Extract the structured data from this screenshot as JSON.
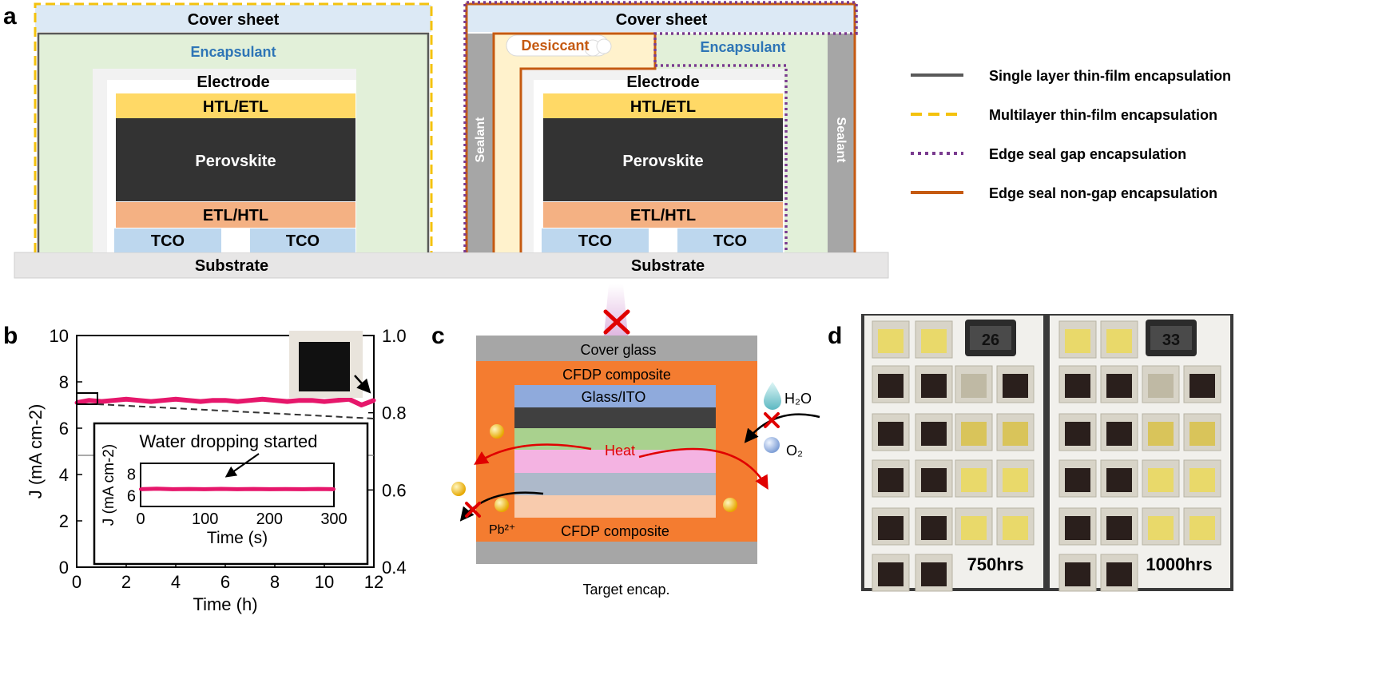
{
  "panel_labels": {
    "a": "a",
    "b": "b",
    "c": "c",
    "d": "d"
  },
  "panel_a": {
    "left": {
      "cover_sheet": "Cover sheet",
      "encapsulant": "Encapsulant",
      "electrode": "Electrode",
      "htl_etl": "HTL/ETL",
      "perovskite": "Perovskite",
      "etl_htl": "ETL/HTL",
      "tco_left": "TCO",
      "tco_right": "TCO",
      "substrate": "Substrate"
    },
    "right": {
      "cover_sheet": "Cover sheet",
      "desiccant": "Desiccant",
      "encapsulant": "Encapsulant",
      "sealant_left": "Sealant",
      "sealant_right": "Sealant",
      "electrode": "Electrode",
      "htl_etl": "HTL/ETL",
      "perovskite": "Perovskite",
      "etl_htl": "ETL/HTL",
      "tco_left": "TCO",
      "tco_right": "TCO",
      "substrate": "Substrate"
    },
    "legend": [
      {
        "label": "Single layer thin-film encapsulation",
        "color": "#595959",
        "style": "solid"
      },
      {
        "label": "Multilayer thin-film encapsulation",
        "color": "#f4c20d",
        "style": "dashed"
      },
      {
        "label": "Edge seal gap encapsulation",
        "color": "#7a3b8f",
        "style": "dotted"
      },
      {
        "label": "Edge seal non-gap encapsulation",
        "color": "#c55a11",
        "style": "solid"
      }
    ],
    "colors": {
      "cover": "#dce9f5",
      "encapsulant": "#e2f0d9",
      "electrode": "#f2f2f2",
      "htl": "#ffd966",
      "perovskite": "#333333",
      "etl": "#f4b183",
      "tco": "#bdd7ee",
      "substrate": "#e7e6e6",
      "sealant": "#a6a6a6",
      "desiccant": "#fff2cc",
      "desiccant_text": "#c55a11",
      "encapsulant_text": "#2e75b6"
    }
  },
  "panel_b": {
    "chart_data": {
      "type": "line",
      "xlabel": "Time (h)",
      "ylabel": "J (mA cm-2)",
      "xlim": [
        0,
        12
      ],
      "ylim": [
        0,
        10
      ],
      "xticks": [
        0,
        2,
        4,
        6,
        8,
        10,
        12
      ],
      "yticks": [
        0,
        2,
        4,
        6,
        8,
        10
      ],
      "y2ticks": [
        "0.4",
        "0.6",
        "0.8",
        "1.0"
      ],
      "x": [
        0.0,
        0.5,
        1.0,
        1.5,
        2.0,
        2.5,
        3.0,
        3.5,
        4.0,
        4.5,
        5.0,
        5.5,
        6.0,
        6.5,
        7.0,
        7.5,
        8.0,
        8.5,
        9.0,
        9.5,
        10.0,
        10.5,
        11.0,
        11.5,
        12.0
      ],
      "y": [
        7.1,
        7.2,
        7.15,
        7.2,
        7.25,
        7.2,
        7.15,
        7.2,
        7.25,
        7.2,
        7.15,
        7.2,
        7.2,
        7.15,
        7.2,
        7.25,
        7.2,
        7.15,
        7.2,
        7.2,
        7.15,
        7.2,
        7.25,
        7.0,
        7.2
      ],
      "line_color": "#e6176b",
      "inset": {
        "annotation": "Water dropping started",
        "xlabel": "Time (s)",
        "ylabel": "J (mA cm-2)",
        "xlim": [
          0,
          300
        ],
        "ylim": [
          5,
          9
        ],
        "xticks": [
          0,
          100,
          200,
          300
        ],
        "yticks": [
          6,
          8
        ],
        "x": [
          0,
          25,
          50,
          75,
          100,
          125,
          150,
          175,
          200,
          225,
          250,
          275,
          300
        ],
        "y": [
          6.6,
          6.65,
          6.6,
          6.62,
          6.6,
          6.63,
          6.6,
          6.62,
          6.6,
          6.61,
          6.6,
          6.62,
          6.6
        ]
      }
    }
  },
  "panel_c": {
    "cover_glass": "Cover glass",
    "cfdp_top": "CFDP composite",
    "glass_ito": "Glass/ITO",
    "heat": "Heat",
    "h2o": "H₂O",
    "o2": "O₂",
    "pb": "Pb²⁺",
    "cfdp_bottom": "CFDP composite",
    "caption": "Target encap.",
    "colors": {
      "glass": "#a6a6a6",
      "cfdp": "#f47c30",
      "ito": "#8faadc",
      "dark": "#404040",
      "green": "#a9d18e",
      "pink": "#f4b3e2",
      "grey": "#adb9ca",
      "peach": "#f8cbad"
    }
  },
  "panel_d": {
    "label_750": "750hrs",
    "label_1000": "1000hrs",
    "clock_750": "26",
    "clock_1000": "33"
  }
}
